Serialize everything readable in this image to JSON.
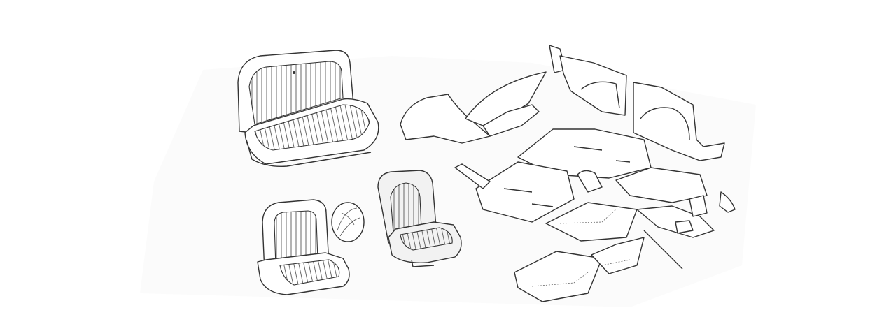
{
  "colors": {
    "background": "#ffffff",
    "line": "#333333",
    "seat_fill": "#f2f2f2"
  },
  "parts": [
    "bench-seat",
    "front-seat-left",
    "front-seat-right",
    "seat-detail-inset",
    "carpet-set"
  ]
}
